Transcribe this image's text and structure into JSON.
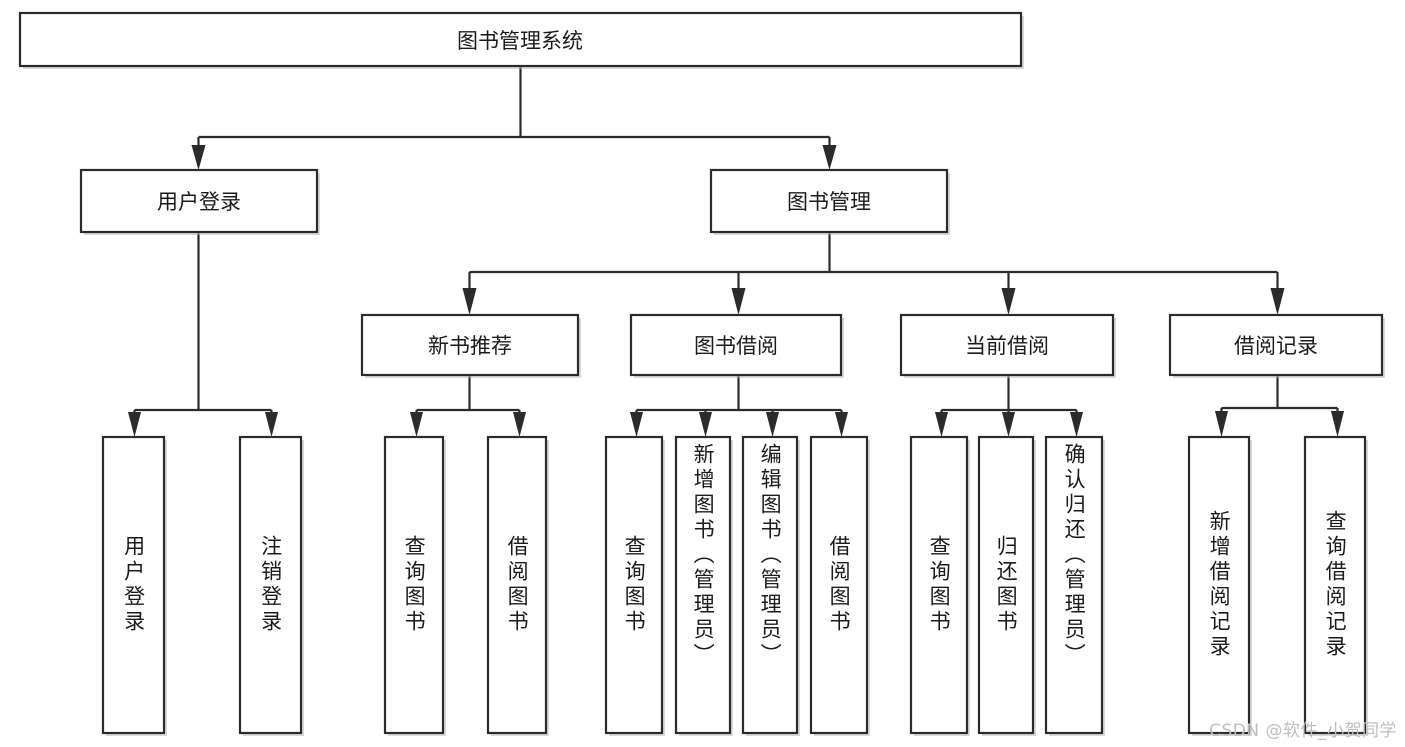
{
  "diagram": {
    "type": "tree",
    "title": "图书管理系统",
    "orientation": "top-down",
    "colors": {
      "box_fill": "#ffffff",
      "box_stroke": "#2b2b2b",
      "text": "#1b1b1b",
      "shadow": "#b9b9b9",
      "watermark": "#bfbfbf",
      "background": "#ffffff"
    },
    "levels": [
      {
        "level": 1,
        "orientation": "horizontal-text",
        "nodes": [
          {
            "id": "root",
            "label": "图书管理系统"
          }
        ]
      },
      {
        "level": 2,
        "orientation": "horizontal-text",
        "nodes": [
          {
            "id": "user-login",
            "label": "用户登录",
            "parent": "root"
          },
          {
            "id": "book-manage",
            "label": "图书管理",
            "parent": "root"
          }
        ]
      },
      {
        "level": 3,
        "orientation": "horizontal-text",
        "nodes": [
          {
            "id": "new-book-rec",
            "label": "新书推荐",
            "parent": "book-manage"
          },
          {
            "id": "book-borrow",
            "label": "图书借阅",
            "parent": "book-manage"
          },
          {
            "id": "current-borrow",
            "label": "当前借阅",
            "parent": "book-manage"
          },
          {
            "id": "borrow-record",
            "label": "借阅记录",
            "parent": "book-manage"
          }
        ]
      },
      {
        "level": 4,
        "orientation": "vertical-text",
        "nodes": [
          {
            "id": "leaf-user-login",
            "label": "用户登录",
            "parent": "user-login"
          },
          {
            "id": "leaf-logout",
            "label": "注销登录",
            "parent": "user-login"
          },
          {
            "id": "leaf-query-book-1",
            "label": "查询图书",
            "parent": "new-book-rec"
          },
          {
            "id": "leaf-borrow-book-1",
            "label": "借阅图书",
            "parent": "new-book-rec"
          },
          {
            "id": "leaf-query-book-2",
            "label": "查询图书",
            "parent": "book-borrow"
          },
          {
            "id": "leaf-add-book",
            "label": "新增图书（管理员）",
            "parent": "book-borrow"
          },
          {
            "id": "leaf-edit-book",
            "label": "编辑图书（管理员）",
            "parent": "book-borrow"
          },
          {
            "id": "leaf-borrow-book-2",
            "label": "借阅图书",
            "parent": "book-borrow"
          },
          {
            "id": "leaf-query-book-3",
            "label": "查询图书",
            "parent": "current-borrow"
          },
          {
            "id": "leaf-return-book",
            "label": "归还图书",
            "parent": "current-borrow"
          },
          {
            "id": "leaf-confirm-return",
            "label": "确认归还（管理员）",
            "parent": "current-borrow"
          },
          {
            "id": "leaf-add-record",
            "label": "新增借阅记录",
            "parent": "borrow-record"
          },
          {
            "id": "leaf-query-record",
            "label": "查询借阅记录",
            "parent": "borrow-record"
          }
        ]
      }
    ]
  },
  "watermark": {
    "text": "CSDN @软件_小贺同学"
  }
}
